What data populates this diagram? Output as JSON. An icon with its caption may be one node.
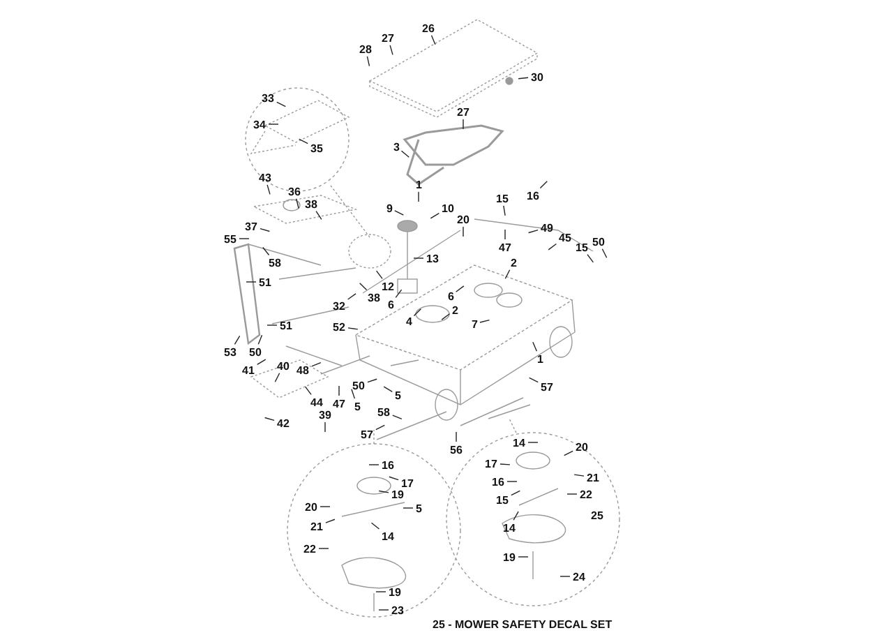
{
  "diagram": {
    "nodes": [
      {
        "text": [
          "26"
        ]
      },
      {
        "text": [
          "28"
        ]
      },
      {
        "text": [
          "27"
        ]
      },
      {
        "text": [
          "30"
        ]
      },
      {
        "text": [
          "27"
        ]
      },
      {
        "text": [
          "33"
        ]
      },
      {
        "text": [
          "34"
        ]
      },
      {
        "text": [
          "35"
        ]
      },
      {
        "text": [
          "3"
        ]
      },
      {
        "text": [
          "1"
        ]
      },
      {
        "text": [
          "9"
        ]
      },
      {
        "text": [
          "10"
        ]
      },
      {
        "text": [
          "43"
        ]
      },
      {
        "text": [
          "36"
        ]
      },
      {
        "text": [
          "38"
        ]
      },
      {
        "text": [
          "37"
        ]
      },
      {
        "text": [
          "55"
        ]
      },
      {
        "text": [
          "58"
        ]
      },
      {
        "text": [
          "51"
        ]
      },
      {
        "text": [
          "13"
        ]
      },
      {
        "text": [
          "12"
        ]
      },
      {
        "text": [
          "6"
        ]
      },
      {
        "text": [
          "32"
        ]
      },
      {
        "text": [
          "38"
        ]
      },
      {
        "text": [
          "52"
        ]
      },
      {
        "text": [
          "4"
        ]
      },
      {
        "text": [
          "20"
        ]
      },
      {
        "text": [
          "15"
        ]
      },
      {
        "text": [
          "16"
        ]
      },
      {
        "text": [
          "49"
        ]
      },
      {
        "text": [
          "47"
        ]
      },
      {
        "text": [
          "45"
        ]
      },
      {
        "text": [
          "15"
        ]
      },
      {
        "text": [
          "50"
        ]
      },
      {
        "text": [
          "2"
        ]
      },
      {
        "text": [
          "6"
        ]
      },
      {
        "text": [
          "2"
        ]
      },
      {
        "text": [
          "7"
        ]
      },
      {
        "text": [
          "1"
        ]
      },
      {
        "text": [
          "57"
        ]
      },
      {
        "text": [
          "51"
        ]
      },
      {
        "text": [
          "53"
        ]
      },
      {
        "text": [
          "50"
        ]
      },
      {
        "text": [
          "41"
        ]
      },
      {
        "text": [
          "40"
        ]
      },
      {
        "text": [
          "48"
        ]
      },
      {
        "text": [
          "44"
        ]
      },
      {
        "text": [
          "47"
        ]
      },
      {
        "text": [
          "5"
        ]
      },
      {
        "text": [
          "39"
        ]
      },
      {
        "text": [
          "42"
        ]
      },
      {
        "text": [
          "50"
        ]
      },
      {
        "text": [
          "5"
        ]
      },
      {
        "text": [
          "58"
        ]
      },
      {
        "text": [
          "57"
        ]
      },
      {
        "text": [
          "56"
        ]
      },
      {
        "text": [
          "16"
        ]
      },
      {
        "text": [
          "17"
        ]
      },
      {
        "text": [
          "19"
        ]
      },
      {
        "text": [
          "5"
        ]
      },
      {
        "text": [
          "20"
        ]
      },
      {
        "text": [
          "21"
        ]
      },
      {
        "text": [
          "14"
        ]
      },
      {
        "text": [
          "22"
        ]
      },
      {
        "text": [
          "19"
        ]
      },
      {
        "text": [
          "23"
        ]
      },
      {
        "text": [
          "14"
        ]
      },
      {
        "text": [
          "20"
        ]
      },
      {
        "text": [
          "17"
        ]
      },
      {
        "text": [
          "21"
        ]
      },
      {
        "text": [
          "16"
        ]
      },
      {
        "text": [
          "15"
        ]
      },
      {
        "text": [
          "22"
        ]
      },
      {
        "text": [
          "14"
        ]
      },
      {
        "text": [
          "19"
        ]
      },
      {
        "text": [
          "24"
        ]
      }
    ],
    "edges": [
      {
        "from": 0,
        "to": null,
        "arrow": "none"
      },
      {
        "from": 1,
        "to": null,
        "arrow": "none"
      },
      {
        "from": 2,
        "to": null,
        "arrow": "none"
      },
      {
        "from": 3,
        "to": null,
        "arrow": "none"
      },
      {
        "from": 4,
        "to": null,
        "arrow": "none"
      },
      {
        "from": 5,
        "to": null,
        "arrow": "none"
      },
      {
        "from": 6,
        "to": null,
        "arrow": "none"
      },
      {
        "from": 7,
        "to": null,
        "arrow": "none"
      },
      {
        "from": 8,
        "to": null,
        "arrow": "none"
      },
      {
        "from": 9,
        "to": null,
        "arrow": "none"
      },
      {
        "from": 10,
        "to": null,
        "arrow": "none"
      },
      {
        "from": 11,
        "to": null,
        "arrow": "none"
      },
      {
        "from": 12,
        "to": null,
        "arrow": "none"
      },
      {
        "from": 13,
        "to": null,
        "arrow": "none"
      },
      {
        "from": 14,
        "to": null,
        "arrow": "none"
      },
      {
        "from": 15,
        "to": null,
        "arrow": "none"
      },
      {
        "from": 16,
        "to": null,
        "arrow": "none"
      },
      {
        "from": 17,
        "to": null,
        "arrow": "none"
      },
      {
        "from": 18,
        "to": null,
        "arrow": "none"
      },
      {
        "from": 19,
        "to": null,
        "arrow": "none"
      },
      {
        "from": 20,
        "to": null,
        "arrow": "none"
      },
      {
        "from": 21,
        "to": null,
        "arrow": "none"
      },
      {
        "from": 22,
        "to": null,
        "arrow": "none"
      },
      {
        "from": 23,
        "to": null,
        "arrow": "none"
      },
      {
        "from": 24,
        "to": null,
        "arrow": "none"
      },
      {
        "from": 25,
        "to": null,
        "arrow": "none"
      },
      {
        "from": 26,
        "to": null,
        "arrow": "none"
      },
      {
        "from": 27,
        "to": null,
        "arrow": "none"
      },
      {
        "from": 28,
        "to": null,
        "arrow": "none"
      },
      {
        "from": 29,
        "to": null,
        "arrow": "none"
      },
      {
        "from": 30,
        "to": null,
        "arrow": "none"
      },
      {
        "from": 31,
        "to": null,
        "arrow": "none"
      },
      {
        "from": 32,
        "to": null,
        "arrow": "none"
      },
      {
        "from": 33,
        "to": null,
        "arrow": "none"
      },
      {
        "from": 34,
        "to": null,
        "arrow": "none"
      },
      {
        "from": 35,
        "to": null,
        "arrow": "none"
      },
      {
        "from": 36,
        "to": null,
        "arrow": "none"
      },
      {
        "from": 37,
        "to": null,
        "arrow": "none"
      },
      {
        "from": 38,
        "to": null,
        "arrow": "none"
      },
      {
        "from": 39,
        "to": null,
        "arrow": "none"
      },
      {
        "from": 40,
        "to": null,
        "arrow": "none"
      },
      {
        "from": 41,
        "to": null,
        "arrow": "none"
      },
      {
        "from": 42,
        "to": null,
        "arrow": "none"
      },
      {
        "from": 43,
        "to": null,
        "arrow": "none"
      },
      {
        "from": 44,
        "to": null,
        "arrow": "none"
      },
      {
        "from": 45,
        "to": null,
        "arrow": "none"
      },
      {
        "from": 46,
        "to": null,
        "arrow": "none"
      },
      {
        "from": 47,
        "to": null,
        "arrow": "none"
      },
      {
        "from": 48,
        "to": null,
        "arrow": "none"
      },
      {
        "from": 49,
        "to": null,
        "arrow": "none"
      },
      {
        "from": 50,
        "to": null,
        "arrow": "none"
      },
      {
        "from": 51,
        "to": null,
        "arrow": "none"
      },
      {
        "from": 52,
        "to": null,
        "arrow": "none"
      },
      {
        "from": 53,
        "to": null,
        "arrow": "none"
      },
      {
        "from": 54,
        "to": null,
        "arrow": "none"
      },
      {
        "from": 55,
        "to": null,
        "arrow": "none"
      },
      {
        "from": 56,
        "to": null,
        "arrow": "none"
      },
      {
        "from": 57,
        "to": null,
        "arrow": "none"
      },
      {
        "from": 58,
        "to": null,
        "arrow": "none"
      },
      {
        "from": 59,
        "to": null,
        "arrow": "none"
      },
      {
        "from": 60,
        "to": null,
        "arrow": "none"
      },
      {
        "from": 61,
        "to": null,
        "arrow": "none"
      },
      {
        "from": 62,
        "to": null,
        "arrow": "none"
      },
      {
        "from": 63,
        "to": null,
        "arrow": "none"
      },
      {
        "from": 64,
        "to": null,
        "arrow": "none"
      },
      {
        "from": 65,
        "to": null,
        "arrow": "none"
      },
      {
        "from": 66,
        "to": null,
        "arrow": "none"
      },
      {
        "from": 67,
        "to": null,
        "arrow": "none"
      },
      {
        "from": 68,
        "to": null,
        "arrow": "none"
      },
      {
        "from": 69,
        "to": null,
        "arrow": "none"
      },
      {
        "from": 70,
        "to": null,
        "arrow": "none"
      },
      {
        "from": 71,
        "to": null,
        "arrow": "none"
      },
      {
        "from": 72,
        "to": null,
        "arrow": "none"
      },
      {
        "from": 73,
        "to": null,
        "arrow": "none"
      },
      {
        "from": 74,
        "to": null,
        "arrow": "none"
      },
      {
        "from": 75,
        "to": null,
        "arrow": "none"
      }
    ],
    "labels": [
      "25",
      "25 - MOWER SAFETY DECAL SET"
    ]
  }
}
